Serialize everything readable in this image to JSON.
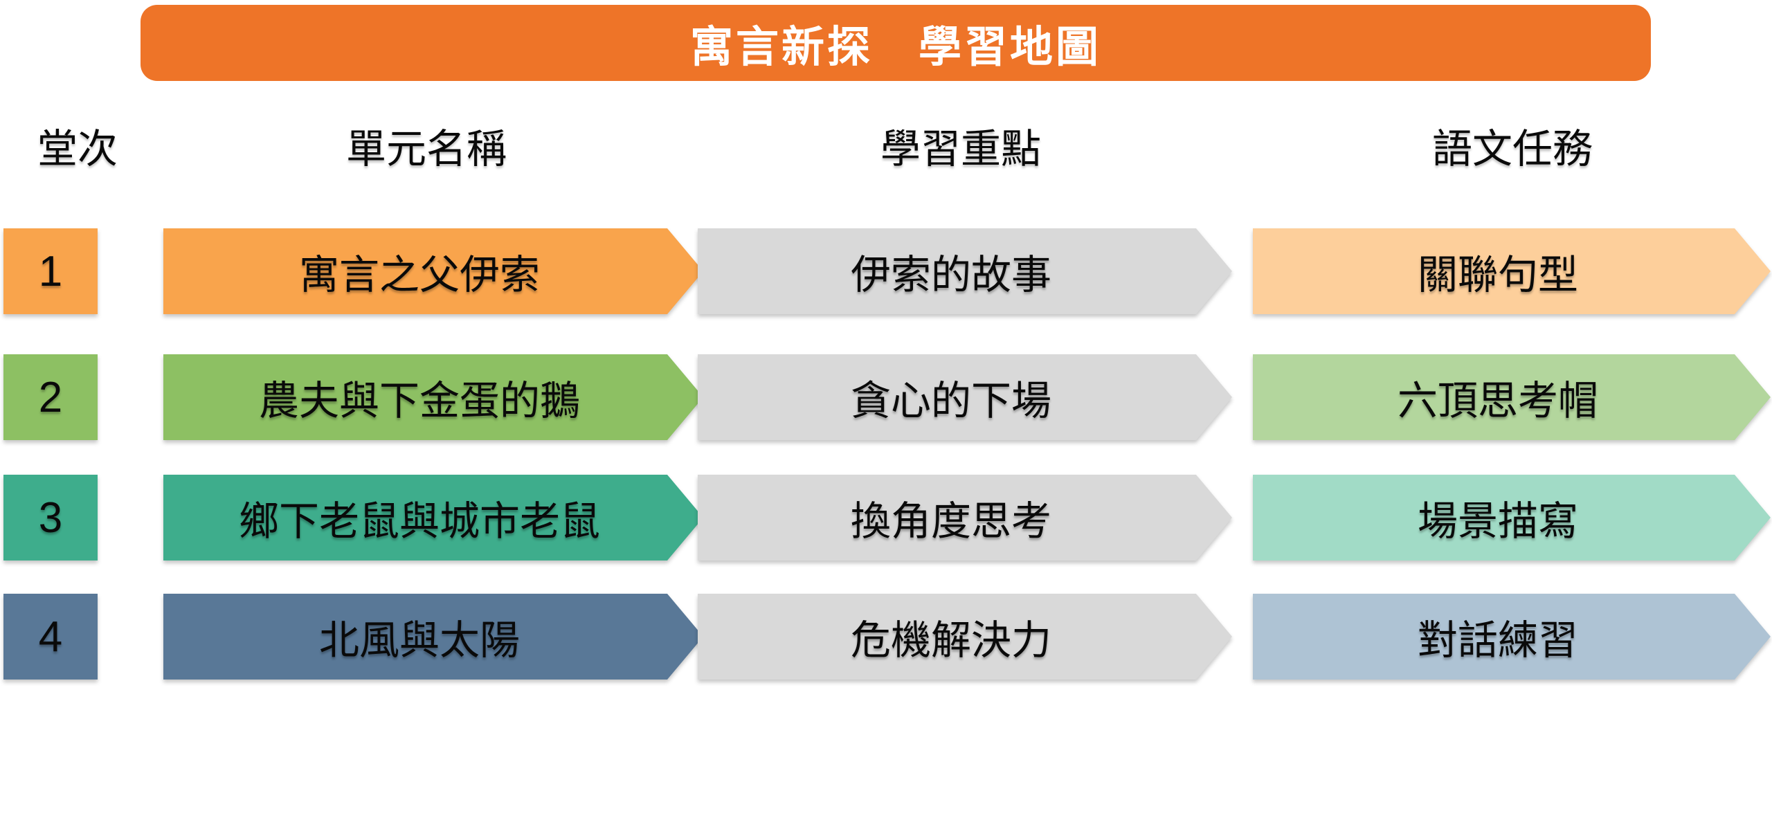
{
  "title": "寓言新探　學習地圖",
  "columns": [
    "堂次",
    "單元名稱",
    "學習重點",
    "語文任務"
  ],
  "rows": [
    {
      "num": "1",
      "unit": "寓言之父伊索",
      "focus": "伊索的故事",
      "task": "關聯句型",
      "main_color": "#F9A44C",
      "light_color": "#FDCF9B"
    },
    {
      "num": "2",
      "unit": "農夫與下金蛋的鵝",
      "focus": "貪心的下場",
      "task": "六頂思考帽",
      "main_color": "#8DC063",
      "light_color": "#B3D69D"
    },
    {
      "num": "3",
      "unit": "鄉下老鼠與城市老鼠",
      "focus": "換角度思考",
      "task": "場景描寫",
      "main_color": "#3EAD8C",
      "light_color": "#A1DBC6"
    },
    {
      "num": "4",
      "unit": "北風與太陽",
      "focus": "危機解決力",
      "task": "對話練習",
      "main_color": "#597897",
      "light_color": "#AEC3D4"
    }
  ],
  "colors": {
    "banner": "#EE7428",
    "focus_gray": "#D9D9D9",
    "text": "#0A0A0A",
    "title_text": "#FFFFFF",
    "background": "#FFFFFF"
  }
}
